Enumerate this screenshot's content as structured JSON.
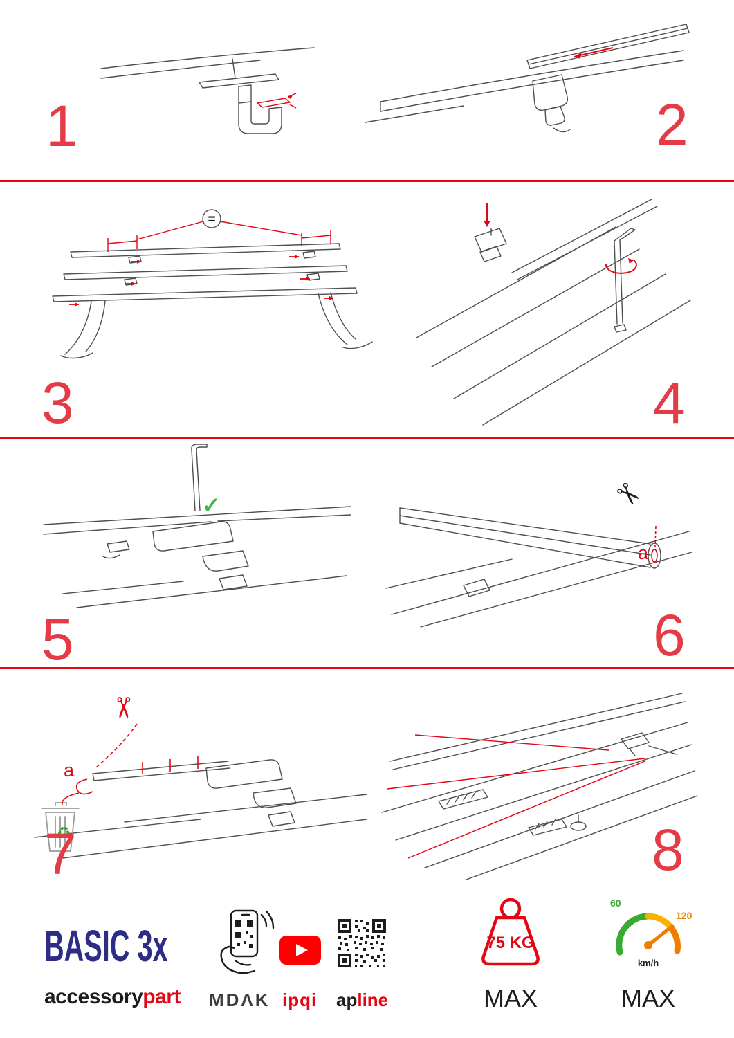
{
  "colors": {
    "accent_red": "#e30613",
    "number_red": "#e43b47",
    "brand_blue": "#2e2d85",
    "check_green": "#3dbb44",
    "gauge_green": "#3aaa35",
    "gauge_orange": "#ef7d00",
    "youtube_red": "#ff0000"
  },
  "steps": [
    {
      "number": "1"
    },
    {
      "number": "2"
    },
    {
      "number": "3",
      "equal_sign": "="
    },
    {
      "number": "4"
    },
    {
      "number": "5",
      "check_icon": "✓"
    },
    {
      "number": "6",
      "scissors_icon": "✂",
      "cut_label": "a"
    },
    {
      "number": "7",
      "scissors_icon": "✂",
      "cut_label": "a",
      "recycle_icon": "♻"
    },
    {
      "number": "8"
    }
  ],
  "footer": {
    "product_name": "BASIC 3x",
    "brand_black": "accessory",
    "brand_red": "part",
    "app_caption": "MDΛK",
    "video_caption": "ipqi",
    "qr_caption_black": "ap",
    "qr_caption_red": "line",
    "weight_value": "75 KG",
    "weight_max": "MAX",
    "speed_low": "60",
    "speed_high": "120",
    "speed_unit": "km/h",
    "speed_max": "MAX"
  }
}
